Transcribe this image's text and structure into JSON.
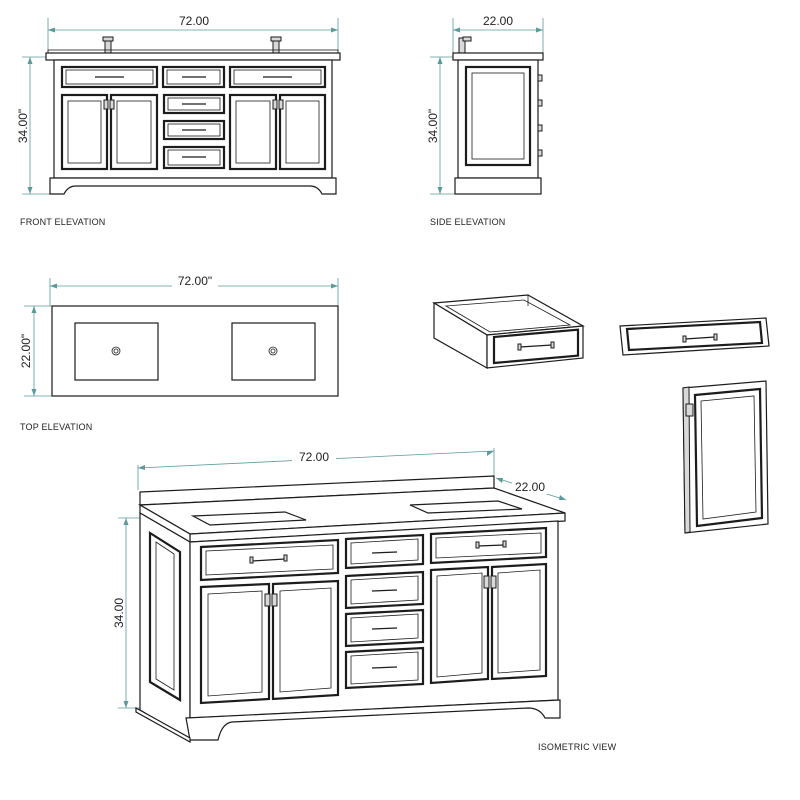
{
  "dimensions": {
    "front_width": "72.00",
    "front_height": "34.00\"",
    "side_depth": "22.00",
    "side_height": "34.00\"",
    "top_width": "72.00\"",
    "top_depth": "22.00\"",
    "iso_width": "72.00",
    "iso_depth": "22.00",
    "iso_height": "34.00"
  },
  "captions": {
    "front": "FRONT ELEVATION",
    "side": "SIDE ELEVATION",
    "top": "TOP ELEVATION",
    "iso": "ISOMETRIC  VIEW"
  },
  "colors": {
    "line": "#1c1c1c",
    "dimension_line": "#5a9a9a",
    "background": "#ffffff"
  }
}
